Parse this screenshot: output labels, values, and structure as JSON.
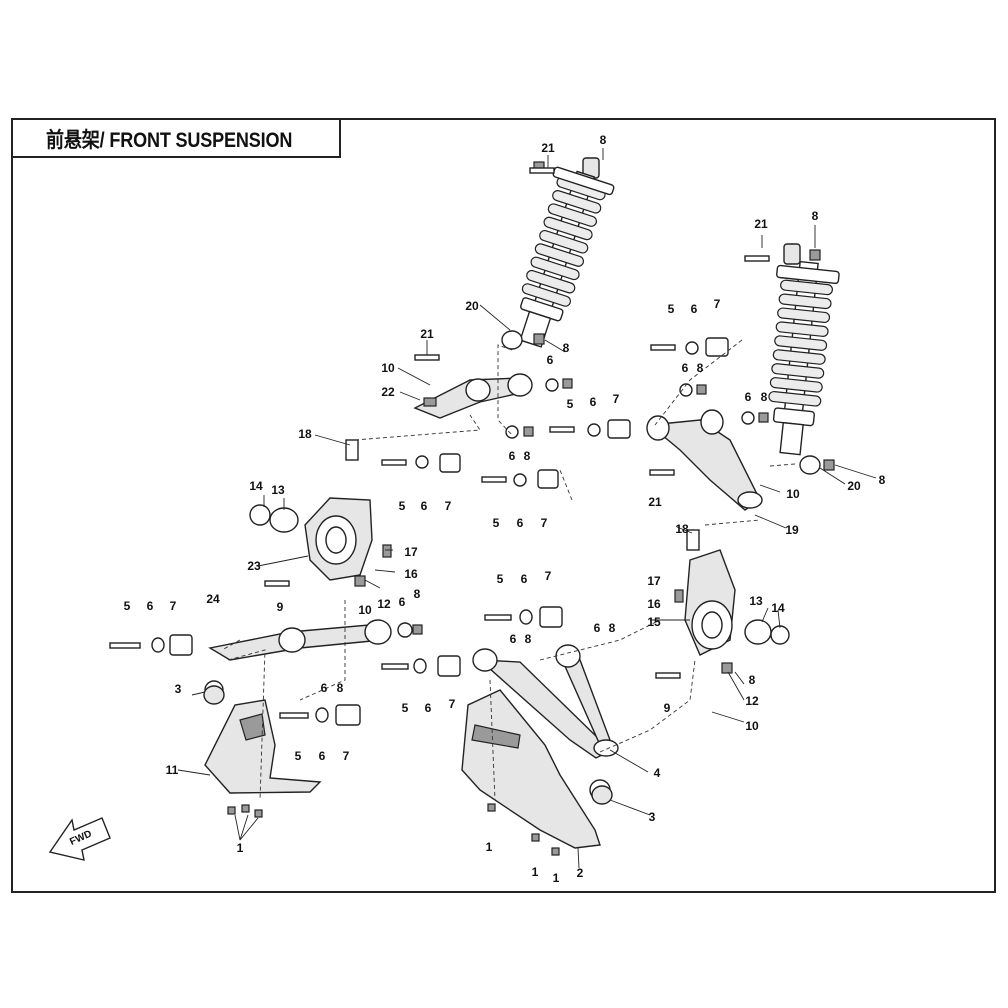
{
  "title": "前悬架/ FRONT SUSPENSION",
  "fwd_label": "FWD",
  "callouts": {
    "c21a": "21",
    "c8a": "8",
    "c20a": "20",
    "c8b": "8",
    "c6a": "6",
    "c21b": "21",
    "c10a": "10",
    "c22": "22",
    "c18a": "18",
    "c6b": "6",
    "c8c": "8",
    "c5a": "5",
    "c6c": "6",
    "c7a": "7",
    "c5b": "5",
    "c6d": "6",
    "c7b": "7",
    "c14a": "14",
    "c13a": "13",
    "c17a": "17",
    "c23": "23",
    "c16a": "16",
    "c12a": "12",
    "c9a": "9",
    "c6e": "6",
    "c8d": "8",
    "c10b": "10",
    "c5c": "5",
    "c6f": "6",
    "c7c": "7",
    "c24": "24",
    "c3a": "3",
    "c6g": "6",
    "c8e": "8",
    "c5d": "5",
    "c6h": "6",
    "c7d": "7",
    "c11": "11",
    "c1a": "1",
    "c5e": "5",
    "c6i": "6",
    "c7e": "7",
    "c6j": "6",
    "c8f": "8",
    "c5f": "5",
    "c6k": "6",
    "c7f": "7",
    "c6l": "6",
    "c8g": "8",
    "c4": "4",
    "c3b": "3",
    "c1b": "1",
    "c1c": "1",
    "c1d": "1",
    "c2": "2",
    "c5g": "5",
    "c6m": "6",
    "c7g": "7",
    "c6n": "6",
    "c8h": "8",
    "c5h": "5",
    "c6o": "6",
    "c7h": "7",
    "c6p": "6",
    "c8i": "8",
    "c21c": "21",
    "c10c": "10",
    "c18b": "18",
    "c19": "19",
    "c21d": "21",
    "c8j": "8",
    "c8k": "8",
    "c20b": "20",
    "c17b": "17",
    "c16b": "16",
    "c15": "15",
    "c13b": "13",
    "c14b": "14",
    "c9b": "9",
    "c8l": "8",
    "c12b": "12",
    "c10d": "10"
  }
}
